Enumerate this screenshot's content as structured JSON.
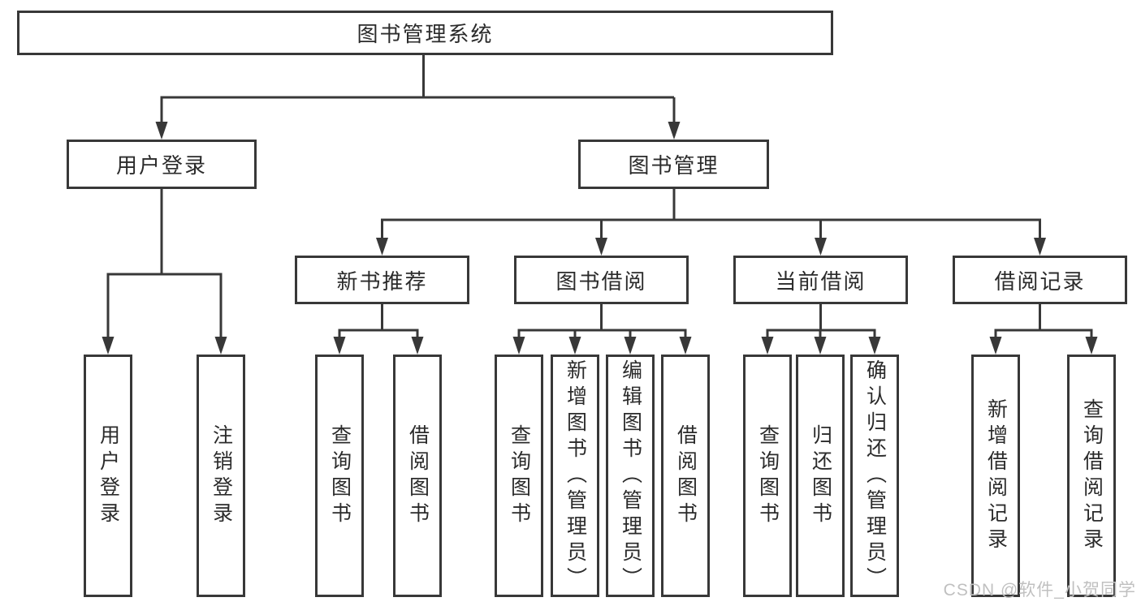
{
  "tree": {
    "root": {
      "label": "图书管理系统"
    },
    "branches": [
      {
        "label": "用户登录",
        "children": [
          {
            "label": "用户登录"
          },
          {
            "label": "注销登录"
          }
        ]
      },
      {
        "label": "图书管理",
        "children": [
          {
            "label": "新书推荐",
            "children": [
              {
                "label": "查询图书"
              },
              {
                "label": "借阅图书"
              }
            ]
          },
          {
            "label": "图书借阅",
            "children": [
              {
                "label": "查询图书"
              },
              {
                "label": "新增图书（管理员）"
              },
              {
                "label": "编辑图书（管理员）"
              },
              {
                "label": "借阅图书"
              }
            ]
          },
          {
            "label": "当前借阅",
            "children": [
              {
                "label": "查询图书"
              },
              {
                "label": "归还图书"
              },
              {
                "label": "确认归还（管理员）"
              }
            ]
          },
          {
            "label": "借阅记录",
            "children": [
              {
                "label": "新增借阅记录"
              },
              {
                "label": "查询借阅记录"
              }
            ]
          }
        ]
      }
    ]
  },
  "watermark": {
    "text": "CSDN @软件_小贺同学"
  },
  "colors": {
    "line": "#383838",
    "text": "#2b2b2b",
    "background": "#ffffff",
    "watermark": "#c0c0c0"
  }
}
